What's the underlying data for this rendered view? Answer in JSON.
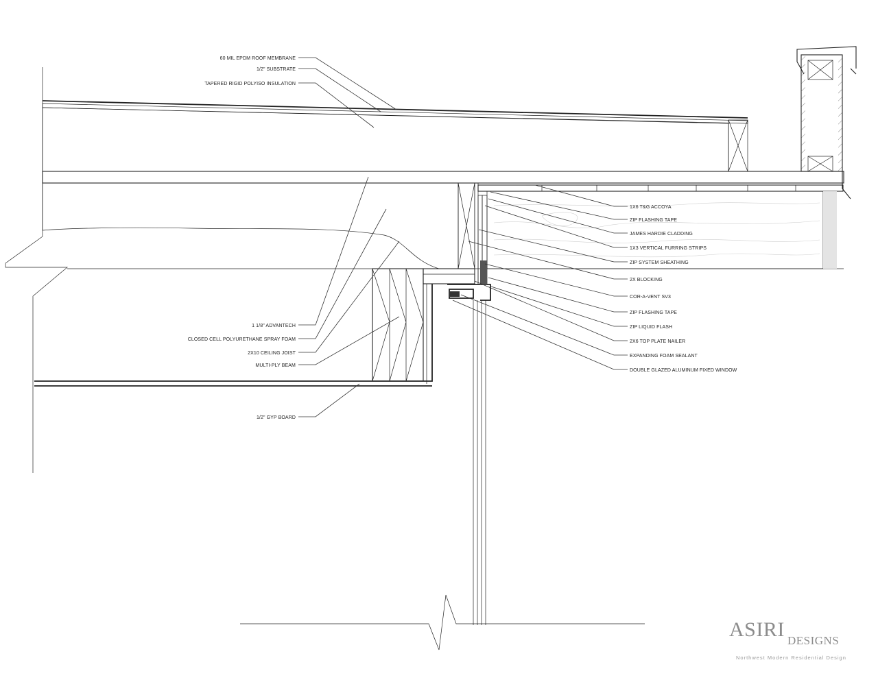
{
  "labels_left": [
    "60 MIL EPDM ROOF MEMBRANE",
    "1/2\" SUBSTRATE",
    "TAPERED RIGID POLYISO INSULATION",
    "1 1/8\" ADVANTECH",
    "CLOSED CELL POLYURETHANE SPRAY FOAM",
    "2X10 CEILING JOIST",
    "MULTI-PLY BEAM",
    "1/2\" GYP BOARD"
  ],
  "labels_right": [
    "1X6 T&G ACCOYA",
    "ZIP FLASHING TAPE",
    "JAMES HARDIE CLADDING",
    "1X3 VERTICAL FURRING STRIPS",
    "ZIP SYSTEM SHEATHING",
    "2X BLOCKING",
    "COR-A-VENT SV3",
    "ZIP FLASHING TAPE",
    "ZIP LIQUID FLASH",
    "2X6 TOP PLATE NAILER",
    "EXPANDING FOAM SEALANT",
    "DOUBLE GLAZED ALUMINUM FIXED WINDOW"
  ],
  "brand": {
    "name": "ASIRI",
    "sub": "DESIGNS",
    "tagline": "Northwest Modern Residential Design"
  },
  "colors": {
    "line": "#222222",
    "insulation_fill": "#d4d4d4",
    "brand_gray": "#8c8c8c"
  }
}
